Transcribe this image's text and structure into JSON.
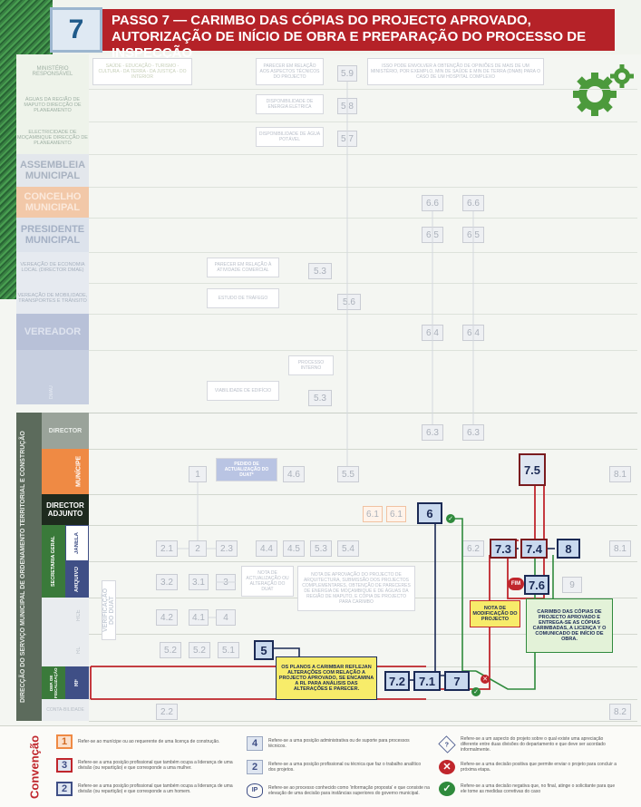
{
  "header": {
    "step_number": "7",
    "title": "PASSO 7 — CARIMBO DAS CÓPIAS DO PROJECTO APROVADO, AUTORIZAÇÃO DE INÍCIO DE OBRA E PREPARAÇÃO DO PROCESSO DE INSPECÇÃO"
  },
  "lanes": [
    {
      "id": "ministerio",
      "label": "MINISTÉRIO RESPONSÁVEL"
    },
    {
      "id": "aguas",
      "label": "ÁGUAS DA REGIÃO DE MAPUTO DIRECÇÃO DE PLANEAMENTO"
    },
    {
      "id": "edm",
      "label": "ELECTRICIDADE DE MOÇAMBIQUE DIRECÇÃO DE PLANEAMENTO"
    },
    {
      "id": "assembleia",
      "label": "ASSEMBLEIA MUNICIPAL"
    },
    {
      "id": "conselho",
      "label": "CONCELHO MUNICIPAL"
    },
    {
      "id": "presidente",
      "label": "PRESIDENTE MUNICIPAL"
    },
    {
      "id": "vereacao_economia",
      "label": "VEREAÇÃO DE ECONOMIA LOCAL (DIRECTOR DMAE)"
    },
    {
      "id": "vereacao_mobilidade",
      "label": "VEREAÇÃO DE MOBILIDADE, TRANSPORTES E TRÂNSITO"
    },
    {
      "id": "vereador",
      "label": "VEREADOR"
    },
    {
      "id": "director",
      "label": "DIRECTOR"
    },
    {
      "id": "municipe",
      "label": "MUNÍCIPE"
    },
    {
      "id": "director_adjunto",
      "label": "DIRECTOR ADJUNTO"
    },
    {
      "id": "janela",
      "label": "JANELA"
    },
    {
      "id": "arquivo",
      "label": "ARQUIVO"
    },
    {
      "id": "rce",
      "label": "RCE"
    },
    {
      "id": "rl",
      "label": "RL"
    },
    {
      "id": "rf",
      "label": "RF"
    },
    {
      "id": "contabilidade",
      "label": "CONTA-BILIDADE"
    }
  ],
  "side_labels": {
    "dsm": "DIRECÇÃO DO SERVIÇO MUNICIPAL DE ORDENAMENTO TERRITORIAL E CONSTRUÇÃO",
    "secretaria": "SECRETARIA GERAL",
    "dep": "DEP. DE FISCALIZAÇÃO",
    "dmau": "DMAU",
    "verificacao": "VERIFICAÇÃO DO DUAT"
  },
  "pale_notes": {
    "ministry_sectors": "SAÚDE - EDUCAÇÃO - TURISMO - CULTURA - DA TERRA - DA JUSTIÇA - DO INTERIOR",
    "parecer_tecnico": "PARECER EM RELAÇÃO AOS ASPECTOS TÉCNICOS DO PROJECTO",
    "ministry_note": "ISSO PODE ENVOLVER A OBTENÇÃO DE OPINIÕES DE MAIS DE UM MINISTÉRIO, POR EXEMPLO, MIN DE SAÚDE E MIN DE TERRA (DNAB) PARA O CASO DE UM HOSPITAL COMPLEXO",
    "energia": "DISPONIBILIDADE DE ENERGIA ELÉTRICA",
    "agua": "DISPONIBILIDADE DE ÁGUA POTÁVEL",
    "comercial": "PARECER EM RELAÇÃO À ATIVIDADE COMERCIAL",
    "trafego": "ESTUDO DE TRÁFEGO",
    "processo": "PROCESSO INTERNO",
    "viabilidade": "VIABILIDADE DE EDIFÍCIO",
    "pedido_duat": "PEDIDO DE ACTUALIZAÇÃO DO DUAT*",
    "nota_actualizacao": "NOTA DE ACTUALIZAÇÃO OU ALTERAÇÃO DO DUAT",
    "nota_aprovacao": "NOTA DE APROVAÇÃO DO PROJECTO DE ARQUITECTURA, SUBMISSÃO DOS PROJECTOS COMPLEMENTARES, OBTENÇÃO DE PARECERES DE ENERGIA DE MOÇAMBIQUE E DE ÁGUAS DA REGIÃO DE MAPUTO, E CÓPIA DE PROJECTO PARA CARIMBO"
  },
  "boxes": {
    "b59": "5.9",
    "b58": "5.8",
    "b57": "5.7",
    "b66a": "6.6",
    "b66b": "6.6",
    "b65a": "6.5",
    "b65b": "6.5",
    "b53a": "5.3",
    "b56": "5.6",
    "b64a": "6.4",
    "b64b": "6.4",
    "b53b": "5.3",
    "b63a": "6.3",
    "b63b": "6.3",
    "b1": "1",
    "b46": "4.6",
    "b55": "5.5",
    "b81a": "8.1",
    "b61a": "6.1",
    "b61b": "6.1",
    "b62": "6.2",
    "b21": "2.1",
    "b2": "2",
    "b23": "2.3",
    "b44": "4.4",
    "b45": "4.5",
    "b53c": "5.3",
    "b54": "5.4",
    "b81b": "8.1",
    "b32": "3.2",
    "b31": "3.1",
    "b3": "3",
    "b9": "9",
    "b42": "4.2",
    "b41": "4.1",
    "b4": "4",
    "b52a": "5.2",
    "b52b": "5.2",
    "b51": "5.1",
    "b22": "2.2",
    "b82": "8.2"
  },
  "active": {
    "a75": "7.5",
    "a6": "6",
    "a73": "7.3",
    "a74": "7.4",
    "a8": "8",
    "a76": "7.6",
    "a5": "5",
    "a72": "7.2",
    "a71": "7.1",
    "a7": "7"
  },
  "fim_label": "FIM",
  "notes": {
    "nota_modificacao": "NOTA DE MODIFICAÇÃO DO PROJECTO",
    "carimbo": "CARIMBO DAS CÓPIAS DE PROJECTO APROVADO E ENTREGA-SE AS CÓPIAS CARIMBADAS, A LICENÇA Y O COMUNICADO DE INÍCIO DE OBRA.",
    "planos": "OS PLANOS A CARIMBAR REFLEJAN ALTERAÇÕES COM RELAÇÃO A PROJECTO APROVADO, SE ENCAMINA A RL PARA ANÁLISIS DAS ALTERAÇÕES E PARECER."
  },
  "legend": {
    "title": "Convenção",
    "items": [
      {
        "icon": "1",
        "text": "Refer-se ao munícipe ou ao requerente de uma licença de construção."
      },
      {
        "icon": "3",
        "text": "Refere-se a uma posição profissional que também ocupa a liderança de uma divisão (ou repartição) e que corresponde a uma mulher."
      },
      {
        "icon": "2",
        "text": "Refere-se a uma posição profissional que também ocupa a liderança de uma divisão (ou repartição) e que corresponde a um homem."
      },
      {
        "icon": "4",
        "text": "Refere-se a uma posição administrativa ou de suporte para processos técnicos."
      },
      {
        "icon": "2",
        "text": "Refere-se a uma posição profissional ou técnica que faz o trabalho analítico dos projetos."
      },
      {
        "icon": "IP",
        "text": "Refere-se ao processo conhecido como 'informação proposta' e que consiste na elevação de uma decisão para instâncias superiores do governo municipal."
      },
      {
        "icon": "?",
        "text": "Refere-se a um aspecto do projeto sobre o qual existe uma apreciação diferente entre duas divisões do departamento e que deve ser acordado informalmente."
      },
      {
        "icon": "✕",
        "text": "Refere-se a uma decisão positiva que permite enviar o projeto para concluir a próxima etapa."
      },
      {
        "icon": "✓",
        "text": "Refere-se a uma decisão negativa que, no final, atinge o solicitante para que ele tome as medidas corretivas do caso"
      }
    ]
  },
  "colors": {
    "title_bg": "#b52228",
    "active_border": "#1b2a55",
    "active_fill": "#c9d9ee",
    "red_line": "#c0262c",
    "green": "#2f8a3c",
    "municipe": "#ef8a44",
    "director_adjunto": "#1e2a1e",
    "blue_lane": "#3f4f86"
  }
}
